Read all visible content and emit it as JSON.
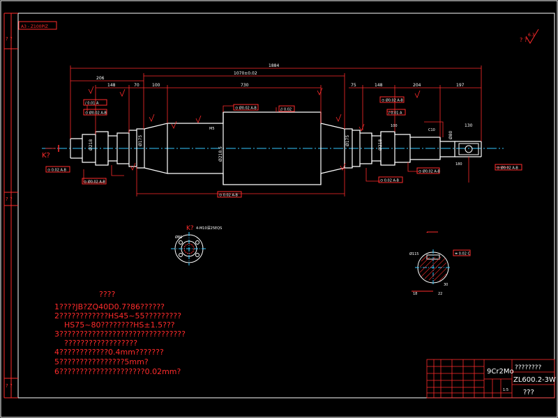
{
  "border": {
    "top_left_tag": "A3 - Z100PIZ",
    "left_margin_labels": [
      "? ?",
      "? ?",
      "? ?"
    ],
    "roughness": "? ?",
    "roughness_value": "6.3"
  },
  "main_view": {
    "section_marker": "K?",
    "dimensions": {
      "overall_length": "1884",
      "journal_span": "1070±0.02",
      "left_shoulder": "206",
      "middle_span": "730",
      "d148_left": "148",
      "d70": "70",
      "d100": "100",
      "d75": "75",
      "d148_right": "148",
      "d204": "204",
      "d197": "197",
      "d130": "130",
      "m5": "M5",
      "d100_mid": "100",
      "d180": "180"
    },
    "labels": {
      "thread_left": "Ø218",
      "thread_right": "Ø218",
      "body_dia": "Ø218.5",
      "taper_left": "Ø175",
      "taper_right": "Ø175",
      "end_tag": "Ø80",
      "flat": "C10",
      "tol_box_1": "⊙ Ø0.02 A-B",
      "tol_box_2": "/ 0.01 A",
      "tol_box_3": "⊙ Ø0.02 A-B",
      "tol_box_4": "// 0.02",
      "tol_box_5": "/ 0.01 A",
      "tol_box_6": "⊙ Ø0.02 A-B",
      "tol_box_7": "⊙ 0.02 A-B",
      "tol_box_8": "⊙ Ø0.02 A-B",
      "tol_box_9": "⊙ 0.02 A-B",
      "tol_box_10": "⊙ 0.02 A-B",
      "tol_box_11": "⊙ Ø0.02 A-B"
    }
  },
  "detail_k": {
    "title": "K?",
    "subtitle": "4-M10深25EQS",
    "dia": "Ø80"
  },
  "detail_section": {
    "title": "-",
    "dia": "Ø115",
    "tol": "≡ 0.02 C",
    "d1": "18",
    "d2": "22",
    "d3": "30"
  },
  "notes": {
    "heading": "????",
    "lines": [
      "1????JB?ZQ40D0.7?86??????",
      "2????????????HS45~55?????????",
      "    HS75~80????????HS±1.5???",
      "3???????????????????????????????",
      "    ??????????????????",
      "4????????????0.4mm???????",
      "5????????????????5mm?",
      "6?????????????????????0.02mm?"
    ]
  },
  "title_block": {
    "material": "9Cr2Mo",
    "name": "????????",
    "drawing_no": "ZL600.2-3W",
    "company": "???",
    "scale": "1:5"
  }
}
